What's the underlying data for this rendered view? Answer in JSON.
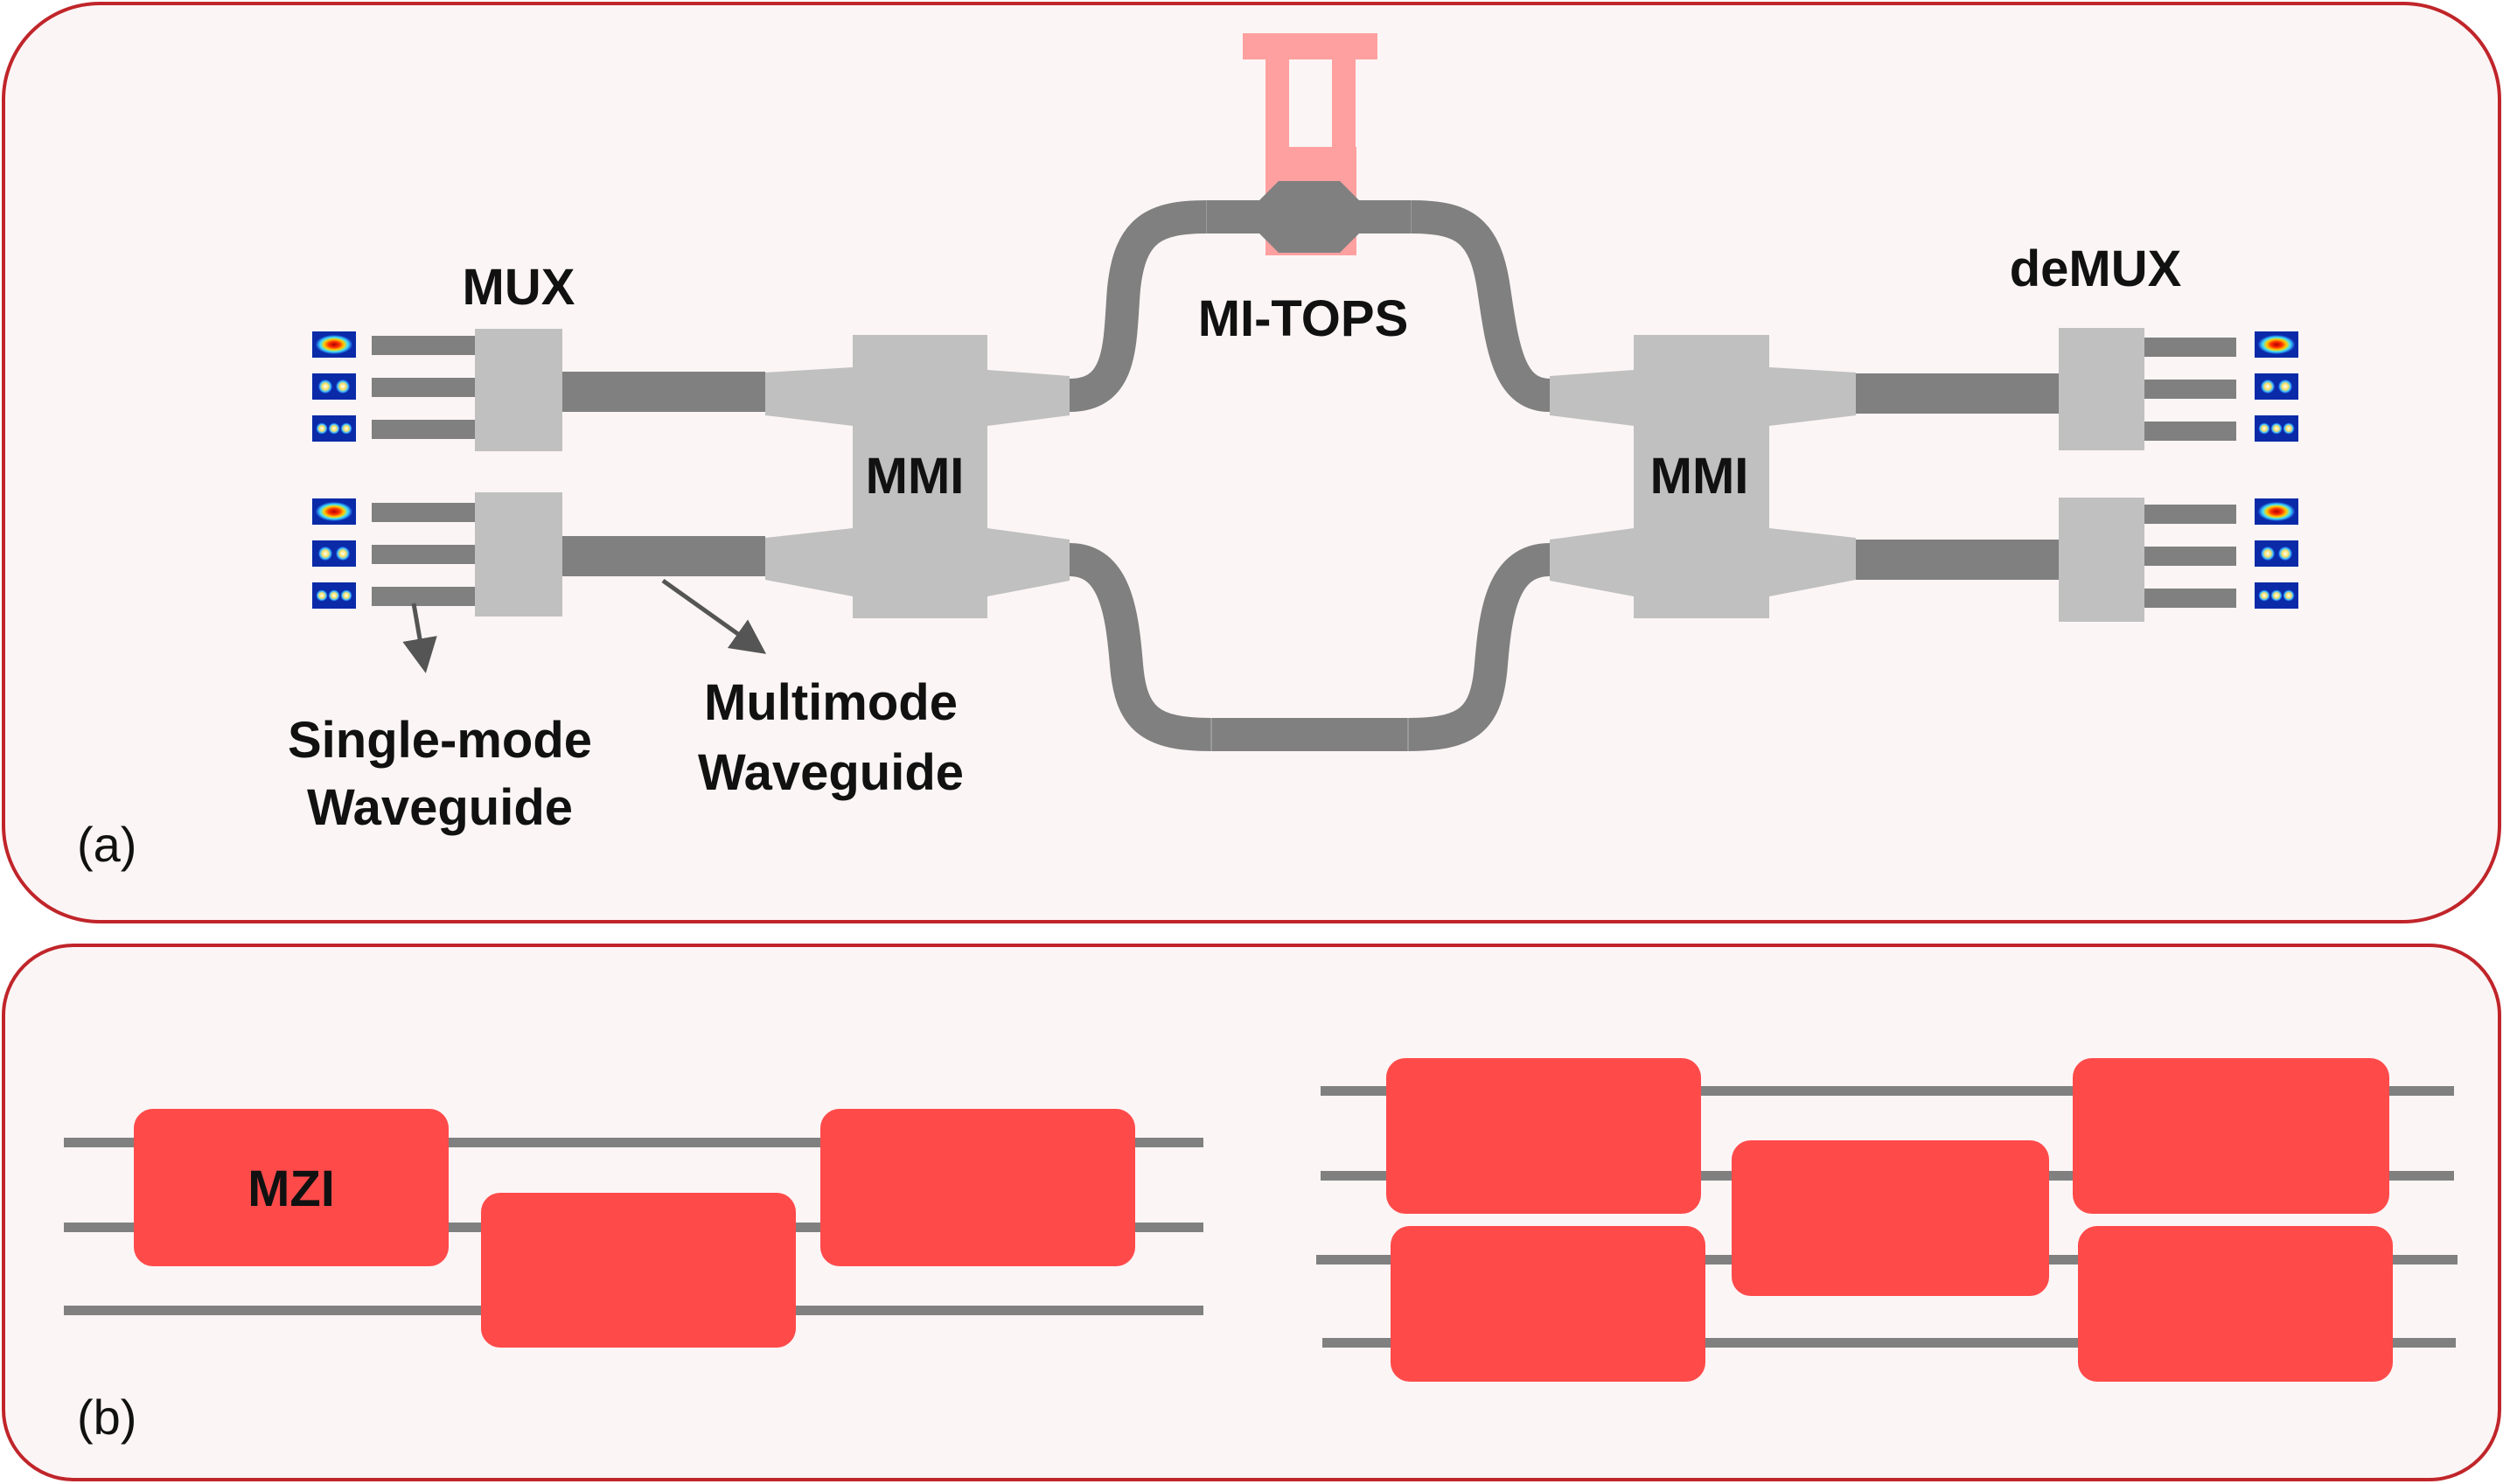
{
  "panel_a": {
    "label": "(a)",
    "mux_label": "MUX",
    "demux_label": "deMUX",
    "mmi_left_label": "MMI",
    "mmi_right_label": "MMI",
    "heater_label": "MI-TOPS",
    "single_mode_label": [
      "Single-mode",
      "Waveguide"
    ],
    "multimode_label": [
      "Multimode",
      "Waveguide"
    ],
    "mode_profiles": [
      "fundamental-mode",
      "second-order-mode",
      "third-order-mode"
    ]
  },
  "panel_b": {
    "label": "(b)",
    "mzi_label": "MZI"
  },
  "colors": {
    "panel_border": "#c0252a",
    "panel_fill": "#fcf5f5",
    "waveguide": "#808080",
    "mmi": "#c0c0c0",
    "heater": "#ffa0a0",
    "mzi_block": "#ff4a4a",
    "arrow": "#555555"
  }
}
